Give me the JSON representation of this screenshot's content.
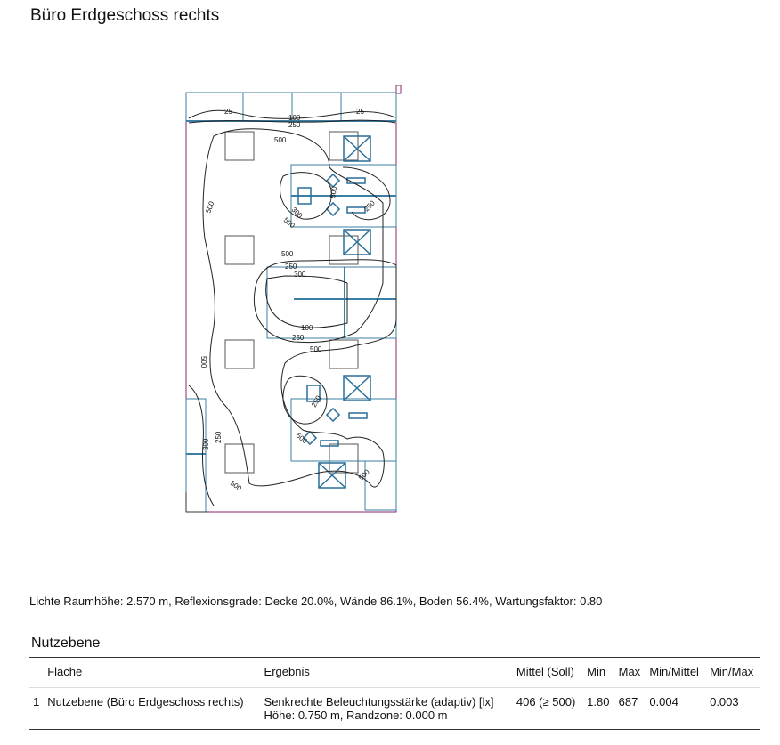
{
  "title": "Büro Erdgeschoss rechts",
  "plan": {
    "contour_labels": [
      "25",
      "100",
      "250",
      "25",
      "500",
      "500",
      "300",
      "500",
      "500",
      "250",
      "250",
      "500",
      "300",
      "250",
      "500",
      "500",
      "100",
      "250",
      "500",
      "500",
      "300",
      "250",
      "500"
    ]
  },
  "info_line": "Lichte Raumhöhe: 2.570 m, Reflexionsgrade: Decke 20.0%, Wände 86.1%, Boden 56.4%, Wartungsfaktor: 0.80",
  "section_title": "Nutzebene",
  "table": {
    "headers": [
      "",
      "Fläche",
      "Ergebnis",
      "Mittel (Soll)",
      "Min",
      "Max",
      "Min/Mittel",
      "Min/Max"
    ],
    "row": {
      "index": "1",
      "flaeche": "Nutzebene (Büro Erdgeschoss rechts)",
      "ergebnis": "Senkrechte Beleuchtungsstärke (adaptiv) [lx]",
      "ergebnis_sub": "Höhe: 0.750 m, Randzone: 0.000 m",
      "mittel": "406 (≥ 500)",
      "min": "1.80",
      "max": "687",
      "min_mittel": "0.004",
      "min_max": "0.003"
    }
  }
}
